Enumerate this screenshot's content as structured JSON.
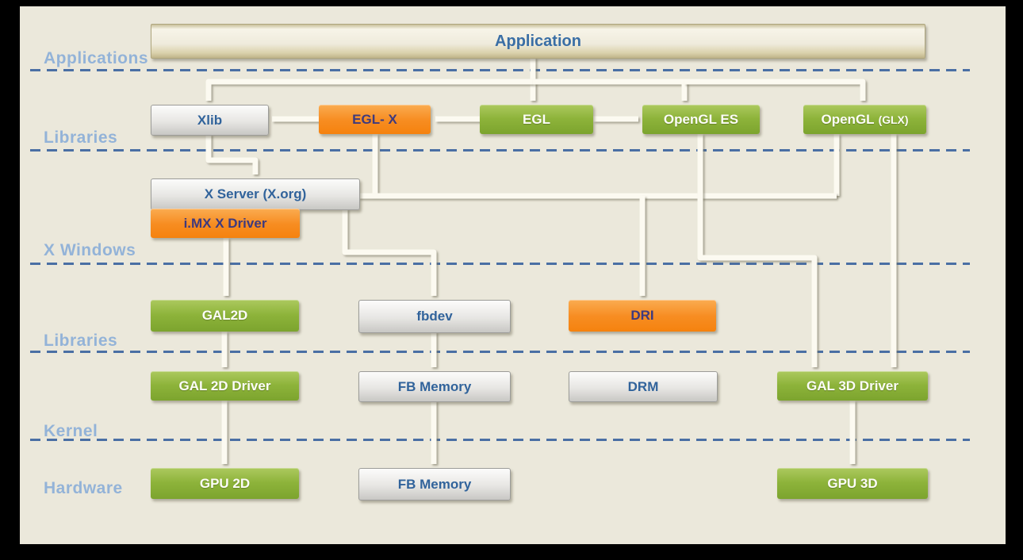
{
  "diagram": "Graphics stack block diagram",
  "colors": {
    "canvas_bg": "#EBE8DB",
    "green_box": "#8DB33A",
    "orange_box": "#F78D22",
    "gray_box": "#E7E6E3",
    "tan_box": "#EFEBDC",
    "layer_label_blue": "#93B3D8",
    "dashed_line_blue": "#4A6FA4",
    "steel_blue_text": "#31639B",
    "indigo_text": "#3E3A7E",
    "white_text": "#FDFDF8",
    "arrow": "#FCFAF1"
  },
  "layers": [
    {
      "label": "Applications",
      "separator_after": true
    },
    {
      "label": "Libraries",
      "separator_after": true
    },
    {
      "label": "X Windows",
      "separator_after": true
    },
    {
      "label": "Libraries",
      "separator_after": true
    },
    {
      "label": "Kernel",
      "separator_after": true
    },
    {
      "label": "Hardware",
      "separator_after": false
    }
  ],
  "nodes": [
    {
      "id": "application",
      "label": "Application",
      "style": "tan"
    },
    {
      "id": "xlib",
      "label": "Xlib",
      "style": "gray"
    },
    {
      "id": "egl_x",
      "label": "EGL- X",
      "style": "orange"
    },
    {
      "id": "egl",
      "label": "EGL",
      "style": "green"
    },
    {
      "id": "opengl_es",
      "label": "OpenGL ES",
      "style": "green"
    },
    {
      "id": "opengl_glx",
      "label": "OpenGL",
      "suffix": "(GLX)",
      "style": "green"
    },
    {
      "id": "x_server",
      "label": "X Server (X.org)",
      "style": "gray"
    },
    {
      "id": "imx_x_driver",
      "label": "i.MX X Driver",
      "style": "orange"
    },
    {
      "id": "gal2d",
      "label": "GAL2D",
      "style": "green"
    },
    {
      "id": "fbdev",
      "label": "fbdev",
      "style": "gray"
    },
    {
      "id": "dri",
      "label": "DRI",
      "style": "orange"
    },
    {
      "id": "gal_2d_driver",
      "label": "GAL 2D Driver",
      "style": "green"
    },
    {
      "id": "fb_memory_kernel",
      "label": "FB Memory",
      "style": "gray"
    },
    {
      "id": "drm",
      "label": "DRM",
      "style": "gray"
    },
    {
      "id": "gal_3d_driver",
      "label": "GAL 3D Driver",
      "style": "green"
    },
    {
      "id": "gpu_2d",
      "label": "GPU 2D",
      "style": "green"
    },
    {
      "id": "fb_memory_hw",
      "label": "FB Memory",
      "style": "gray"
    },
    {
      "id": "gpu_3d",
      "label": "GPU 3D",
      "style": "green"
    }
  ],
  "edges": [
    {
      "from": "application",
      "to": "egl"
    },
    {
      "from": "application",
      "to": "xlib"
    },
    {
      "from": "application",
      "to": "opengl_es"
    },
    {
      "from": "application",
      "to": "opengl_glx"
    },
    {
      "from": "egl",
      "to": "egl_x"
    },
    {
      "from": "egl_x",
      "to": "xlib"
    },
    {
      "from": "egl",
      "to": "opengl_es"
    },
    {
      "from": "xlib",
      "to": "x_server"
    },
    {
      "from": "egl_x",
      "to": "dri_junction"
    },
    {
      "from": "opengl_glx",
      "to": "dri_junction"
    },
    {
      "from": "x_server",
      "to": "dri"
    },
    {
      "from": "x_server",
      "to": "fbdev"
    },
    {
      "from": "imx_x_driver",
      "to": "gal2d"
    },
    {
      "from": "opengl_es",
      "to": "gal_3d_driver"
    },
    {
      "from": "opengl_glx",
      "to": "gal_3d_driver"
    },
    {
      "from": "gal2d",
      "to": "gal_2d_driver"
    },
    {
      "from": "fbdev",
      "to": "fb_memory_kernel"
    },
    {
      "from": "gal_2d_driver",
      "to": "gpu_2d"
    },
    {
      "from": "fb_memory_kernel",
      "to": "fb_memory_hw"
    },
    {
      "from": "gal_3d_driver",
      "to": "gpu_3d"
    }
  ]
}
